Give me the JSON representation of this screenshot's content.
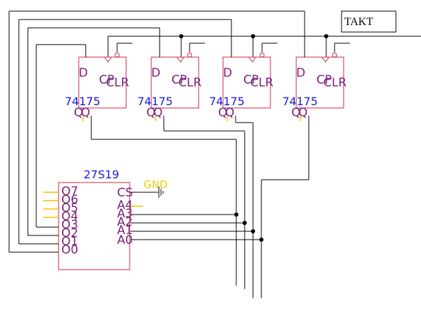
{
  "diagram": {
    "clock_label": "TAKT",
    "ground_label": "GND",
    "register_chips": [
      {
        "part": "74175",
        "pins": {
          "d": "D",
          "cp": "CP",
          "clr": "CLR",
          "q": "Q"
        }
      },
      {
        "part": "74175",
        "pins": {
          "d": "D",
          "cp": "CP",
          "clr": "CLR",
          "q": "Q"
        }
      },
      {
        "part": "74175",
        "pins": {
          "d": "D",
          "cp": "CP",
          "clr": "CLR",
          "q": "Q"
        }
      },
      {
        "part": "74175",
        "pins": {
          "d": "D",
          "cp": "CP",
          "clr": "CLR",
          "q": "Q"
        }
      }
    ],
    "prom_chip": {
      "part": "27S19",
      "outputs": [
        "O7",
        "O6",
        "O5",
        "O4",
        "O3",
        "O2",
        "O1",
        "O0"
      ],
      "inputs": [
        "CS",
        "A4",
        "A3",
        "A2",
        "A1",
        "A0"
      ]
    }
  },
  "colors": {
    "chip_outline": "#c8283c",
    "pin_text": "#7a1f7a",
    "part_text": "#1a1ad8",
    "ground_text": "#e6d000",
    "pin_stub": "#f0c000",
    "wire": "#000000"
  }
}
